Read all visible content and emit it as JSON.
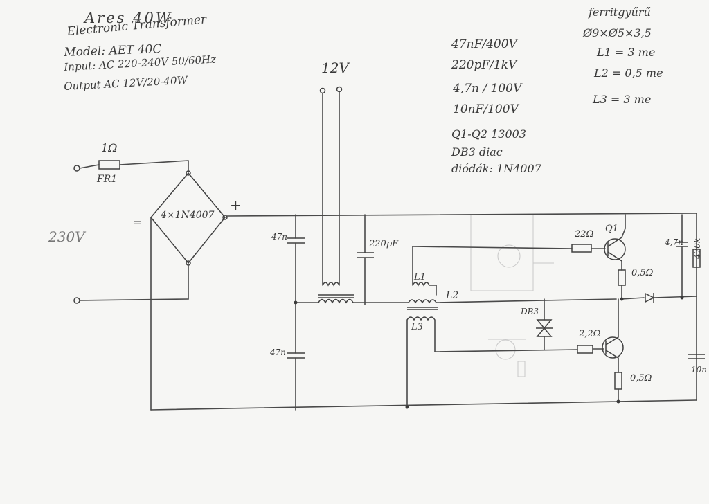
{
  "header": {
    "line1": "Ares  40W",
    "line2": "Electronic Transformer",
    "line3": "Model: AET 40C",
    "line4": "Input: AC 220-240V 50/60Hz",
    "line5": "Output  AC 12V/20-40W"
  },
  "capacitor_list": [
    "47nF/400V",
    "220pF/1kV",
    "4,7n / 100V",
    "10nF/100V"
  ],
  "semiconductor_list": [
    "Q1-Q2  13003",
    "DB3 diac",
    "diódák: 1N4007"
  ],
  "ferrite_notes": {
    "title": "ferritgyűrű",
    "size": "Ø9×Ø5×3,5",
    "l1": "L1 = 3 me",
    "l2": "L2 = 0,5 me",
    "l3": "L3 = 3 me"
  },
  "labels": {
    "output_voltage": "12V",
    "mains_voltage": "230V",
    "fuse_resistor_value": "1Ω",
    "fuse_resistor_name": "FR1",
    "bridge": "4×1N4007",
    "plus": "+",
    "minus": "=",
    "cap_top_left": "47n",
    "cap_bottom_left": "47n",
    "cap_220pf": "220pF",
    "l1": "L1",
    "l2": "L2",
    "l3": "L3",
    "diac": "DB3",
    "r_base_q1": "22Ω",
    "q1": "Q1",
    "r_emitter_q1": "0,5Ω",
    "cap_4n7": "4,7n",
    "r_470k": "470k",
    "r_base_q2": "2,2Ω",
    "r_emitter_q2": "0,5Ω",
    "cap_10n": "10n"
  },
  "colors": {
    "ink": "#3a3a3a",
    "paper": "#f6f6f4",
    "ghost": "#c8c8c8"
  }
}
